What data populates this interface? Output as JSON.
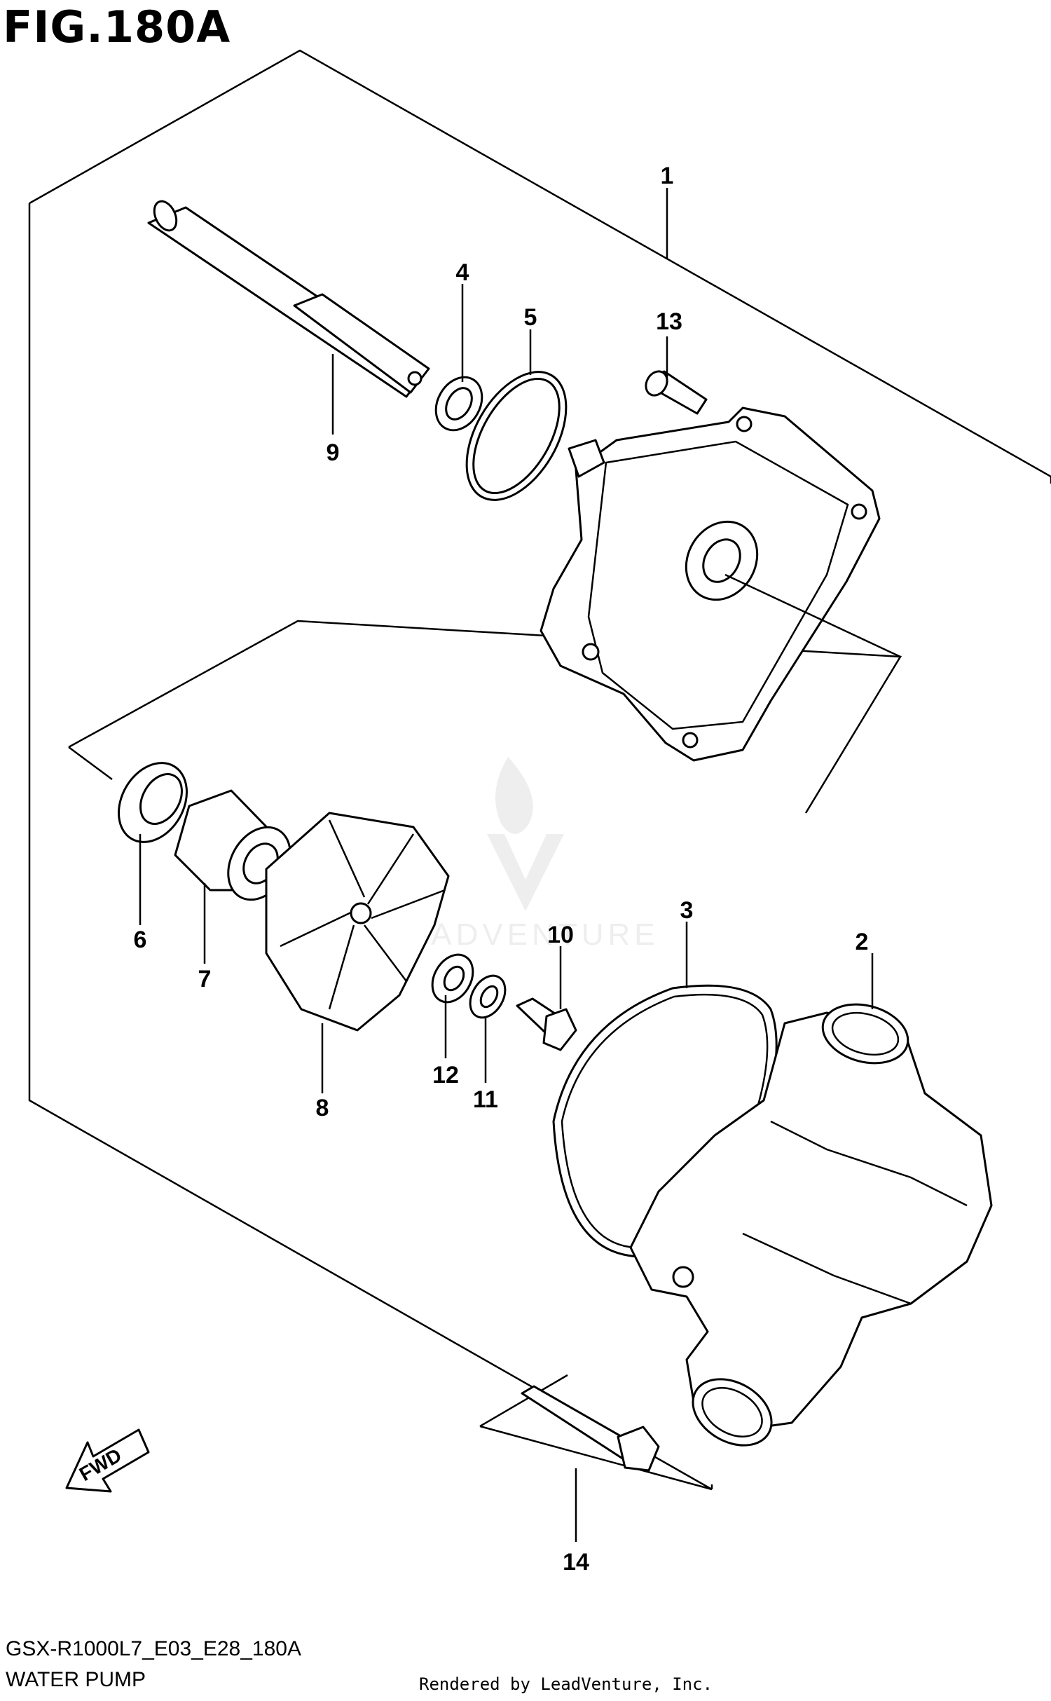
{
  "figure": {
    "title": "FIG.180A",
    "model_code": "GSX-R1000L7_E03_E28_180A",
    "name": "WATER PUMP",
    "credit": "Rendered by LeadVenture, Inc.",
    "watermark": "LEADVENTURE"
  },
  "fwd_arrow": {
    "label": "FWD"
  },
  "callouts": [
    {
      "id": "1",
      "label": "1"
    },
    {
      "id": "2",
      "label": "2"
    },
    {
      "id": "3",
      "label": "3"
    },
    {
      "id": "4",
      "label": "4"
    },
    {
      "id": "5",
      "label": "5"
    },
    {
      "id": "6",
      "label": "6"
    },
    {
      "id": "7",
      "label": "7"
    },
    {
      "id": "8",
      "label": "8"
    },
    {
      "id": "9",
      "label": "9"
    },
    {
      "id": "10",
      "label": "10"
    },
    {
      "id": "11",
      "label": "11"
    },
    {
      "id": "12",
      "label": "12"
    },
    {
      "id": "13",
      "label": "13"
    },
    {
      "id": "14",
      "label": "14"
    }
  ],
  "colors": {
    "ink": "#000000",
    "paper": "#ffffff",
    "watermark": "#d8d8d8"
  }
}
